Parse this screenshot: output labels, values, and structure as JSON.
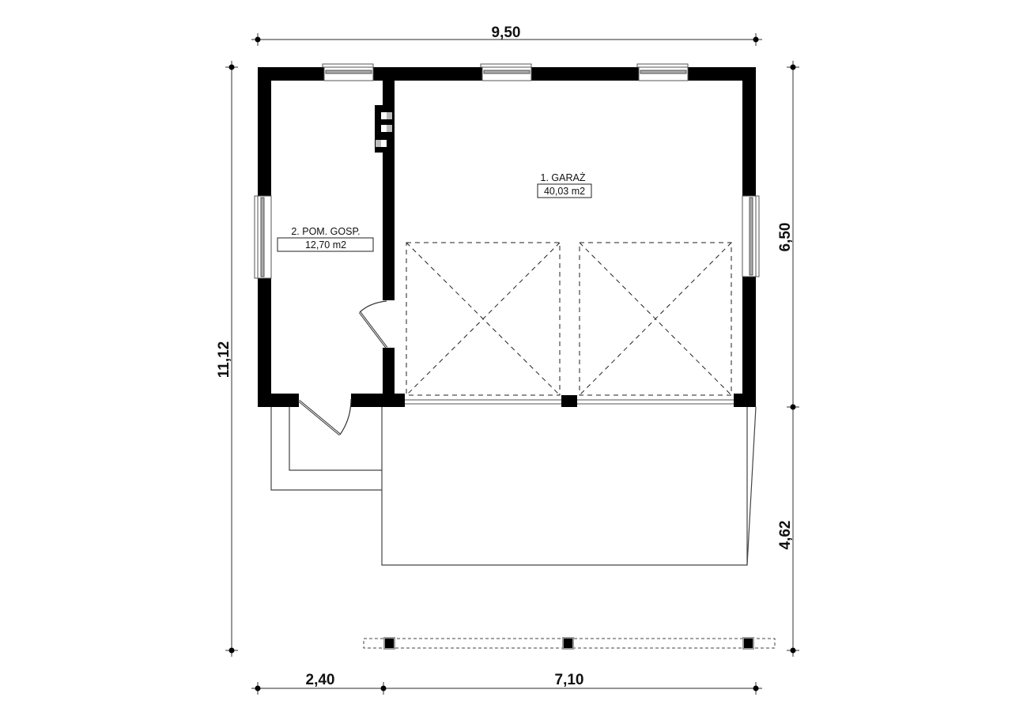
{
  "dimensions": {
    "total_width": "9,50",
    "total_depth": "11,12",
    "building_depth": "6,50",
    "carport_depth": "4,62",
    "left_segment": "2,40",
    "right_segment": "7,10"
  },
  "rooms": [
    {
      "name": "1. GARAŻ",
      "area": "40,03 m2"
    },
    {
      "name": "2. POM. GOSP.",
      "area": "12,70 m2"
    }
  ]
}
